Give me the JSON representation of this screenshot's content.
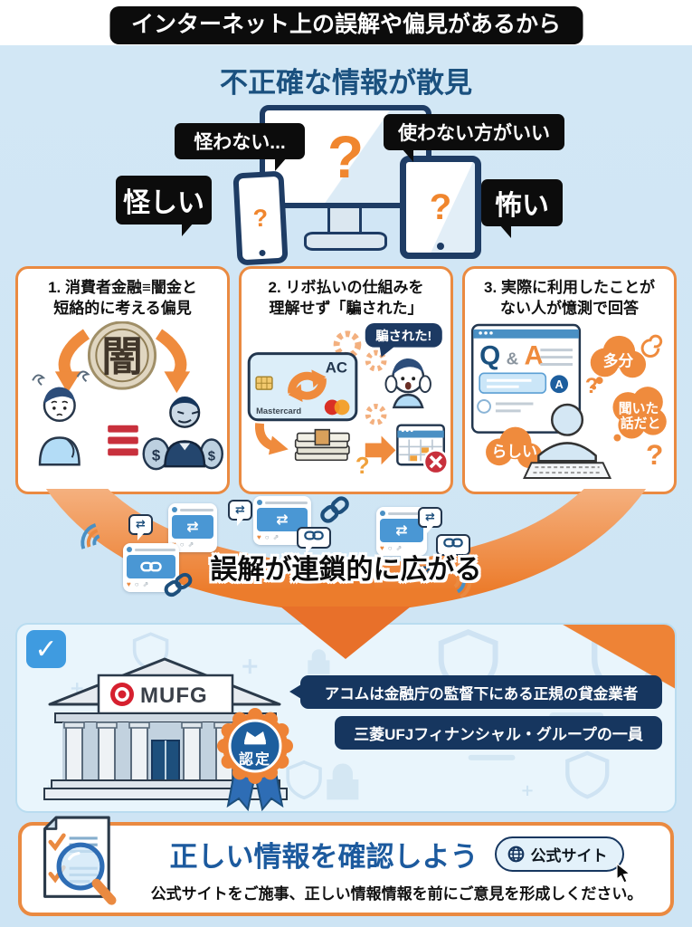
{
  "banner": {
    "text": "インターネット上の誤解や偏見があるから"
  },
  "intro": {
    "heading": "不正確な情報が散見",
    "question_mark": "?",
    "bubbles": {
      "b1": "怪わない...",
      "b2": "使わない方がいい",
      "b3": "怪しい",
      "b4": "怖い"
    }
  },
  "cards": [
    {
      "title_line1": "1. 消費者金融≡闇金と",
      "title_line2": "短絡的に考える偏見",
      "coin_kanji": "闇",
      "dollar": "$"
    },
    {
      "title_line1": "2. リボ払いの仕組みを",
      "title_line2": "理解せず「騙された」",
      "speech": "騙された!",
      "card_logo": "AC",
      "card_brand": "Mastercard",
      "question_mark": "?"
    },
    {
      "title_line1": "3. 実際に利用したことが",
      "title_line2": "ない人が憶測で回答",
      "qa_q": "Q",
      "qa_amp": "&",
      "qa_a": "A",
      "answer_badge": "A",
      "thought_maybe": "多分",
      "thought_rashii": "らしい",
      "thought_kiita_1": "聞いた",
      "thought_kiita_2": "話だと",
      "question_mark": "?"
    }
  ],
  "spread": {
    "caption": "誤解が連鎖的に広がる",
    "retweet_glyph": "⇄"
  },
  "trust": {
    "checkmark": "✓",
    "bank_sign": "MUFG",
    "badge_label": "認定",
    "bubble_regulated": "アコムは金融庁の監督下にある正規の貸金業者",
    "bubble_group": "三菱UFJフィナンシャル・グループの一員"
  },
  "footer": {
    "title": "正しい情報を確認しよう",
    "button_label": "公式サイト",
    "note": "公式サイトをご施事、正しい情報情報を前にご意見を形成しください。"
  },
  "colors": {
    "background": "#d2e7f5",
    "accent_orange": "#ee8336",
    "navy": "#16365f",
    "heading_blue": "#1b517f",
    "alert_red": "#c8303c",
    "black": "#0c0c0c"
  }
}
